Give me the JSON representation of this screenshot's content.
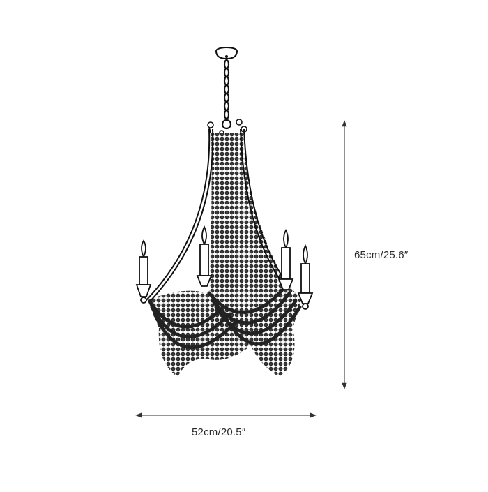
{
  "diagram": {
    "subject": "Beaded candle chandelier line drawing",
    "colors": {
      "background": "#ffffff",
      "line": "#1a1a1a",
      "bead_fill": "#3a3a3a",
      "dimension_line": "#555555",
      "text": "#2a2a2a"
    },
    "dimensions": {
      "height": {
        "label": "65cm/25.6″",
        "orientation": "vertical"
      },
      "width": {
        "label": "52cm/20.5″",
        "orientation": "horizontal"
      }
    },
    "parts": {
      "canopy": "ceiling canopy",
      "chain": "hanging chain",
      "frame": "curved frame with finials",
      "candles": 4,
      "bead_strands": "draped bead strands"
    }
  }
}
